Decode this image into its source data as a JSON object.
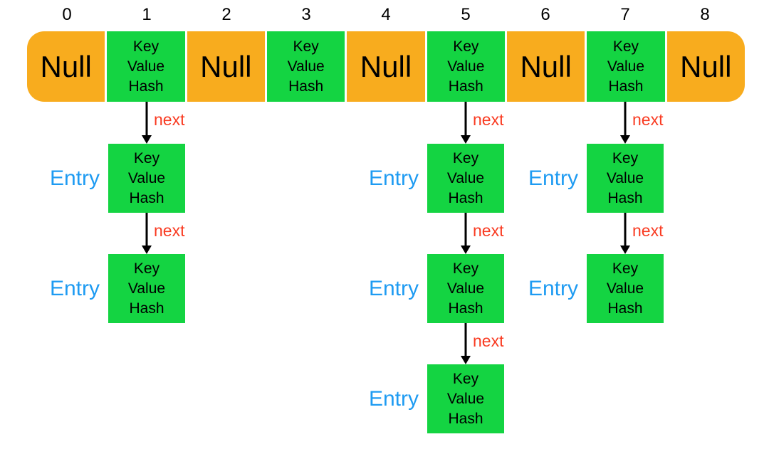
{
  "colors": {
    "orange": "#F8AC1E",
    "green": "#14D442",
    "red": "#F93B22",
    "blue": "#1E9BF2",
    "text": "#000000"
  },
  "array": {
    "buckets": [
      {
        "index": "0",
        "kind": "null",
        "label": "Null",
        "chain": []
      },
      {
        "index": "1",
        "kind": "node",
        "lines": [
          "Key",
          "Value",
          "Hash"
        ],
        "chain": [
          {
            "arrow_label": "next",
            "label": "Entry",
            "lines": [
              "Key",
              "Value",
              "Hash"
            ]
          },
          {
            "arrow_label": "next",
            "label": "Entry",
            "lines": [
              "Key",
              "Value",
              "Hash"
            ]
          }
        ]
      },
      {
        "index": "2",
        "kind": "null",
        "label": "Null",
        "chain": []
      },
      {
        "index": "3",
        "kind": "node",
        "lines": [
          "Key",
          "Value",
          "Hash"
        ],
        "chain": []
      },
      {
        "index": "4",
        "kind": "null",
        "label": "Null",
        "chain": []
      },
      {
        "index": "5",
        "kind": "node",
        "lines": [
          "Key",
          "Value",
          "Hash"
        ],
        "chain": [
          {
            "arrow_label": "next",
            "label": "Entry",
            "lines": [
              "Key",
              "Value",
              "Hash"
            ]
          },
          {
            "arrow_label": "next",
            "label": "Entry",
            "lines": [
              "Key",
              "Value",
              "Hash"
            ]
          },
          {
            "arrow_label": "next",
            "label": "Entry",
            "lines": [
              "Key",
              "Value",
              "Hash"
            ]
          }
        ]
      },
      {
        "index": "6",
        "kind": "null",
        "label": "Null",
        "chain": []
      },
      {
        "index": "7",
        "kind": "node",
        "lines": [
          "Key",
          "Value",
          "Hash"
        ],
        "chain": [
          {
            "arrow_label": "next",
            "label": "Entry",
            "lines": [
              "Key",
              "Value",
              "Hash"
            ]
          },
          {
            "arrow_label": "next",
            "label": "Entry",
            "lines": [
              "Key",
              "Value",
              "Hash"
            ]
          }
        ]
      },
      {
        "index": "8",
        "kind": "null",
        "label": "Null",
        "chain": []
      }
    ]
  }
}
